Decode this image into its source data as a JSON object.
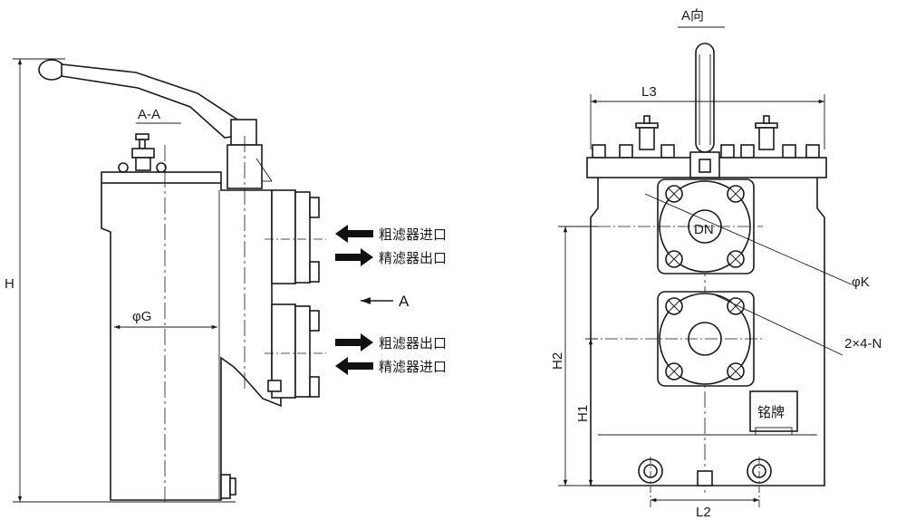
{
  "labels": {
    "section_aa": "A-A",
    "view_a": "A向",
    "height_h": "H",
    "dia_g": "φG",
    "arrow_a": "A",
    "coarse_inlet": "粗滤器进口",
    "fine_outlet": "精滤器出口",
    "coarse_outlet": "粗滤器出口",
    "fine_inlet": "精滤器进口",
    "length_l3": "L3",
    "dn": "DN",
    "dia_k": "φK",
    "bolt_spec": "2×4-N",
    "height_h2": "H2",
    "height_h1": "H1",
    "length_l2": "L2",
    "nameplate": "铭牌"
  }
}
